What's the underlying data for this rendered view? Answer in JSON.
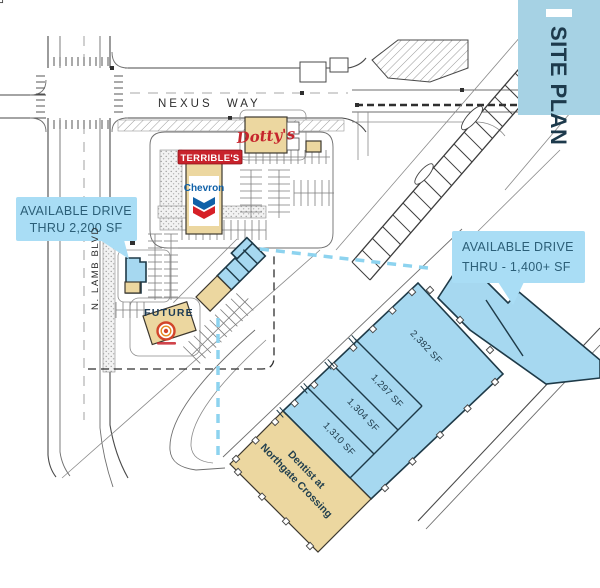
{
  "header": {
    "label": "SITE PLAN"
  },
  "streets": {
    "nexus_way": "NEXUS WAY",
    "n_lamb_blvd": "N. LAMB BLVD"
  },
  "tenants": {
    "terribles": "TERRIBLE'S",
    "chevron": "Chevron",
    "dottys": "Dotty's",
    "future": "FUTURE",
    "dentist_line1": "Dentist at",
    "dentist_line2": "Northgate Crossing"
  },
  "callouts": {
    "drive_thru_2200": {
      "line1": "AVAILABLE DRIVE",
      "line2": "THRU 2,200 SF"
    },
    "drive_thru_1400": {
      "line1": "AVAILABLE DRIVE",
      "line2": "THRU - 1,400+ SF"
    }
  },
  "units": {
    "u2382": "2,382 SF",
    "u1297": "1,297 SF",
    "u1304": "1,304 SF",
    "u1310": "1,310 SF"
  },
  "colors": {
    "building_blue": "#a6d8f0",
    "building_tan": "#ecd7a0",
    "callout_blue": "#a9ddf5",
    "callout_text": "#2b5e77",
    "header_block": "#a6d2e4",
    "header_text": "#1d3a4c",
    "brand_red": "#c8232c",
    "chevron_blue": "#1061a8",
    "teal_dash": "#8dd3ef"
  }
}
